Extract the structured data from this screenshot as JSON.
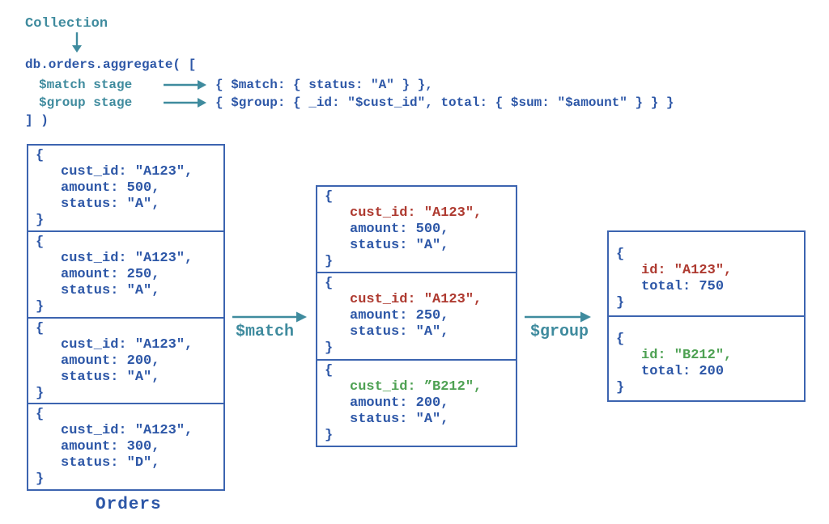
{
  "palette": {
    "blue": "#2d57a7",
    "teal": "#3f8b9e",
    "red": "#ae3a30",
    "green": "#4ea153"
  },
  "header": {
    "collection_label": "Collection",
    "aggregate_open": "db.orders.aggregate( [",
    "match_stage_label": "$match stage",
    "match_stage_code": "{ $match: { status: \"A\" } },",
    "group_stage_label": "$group stage",
    "group_stage_code": "{ $group: { _id: \"$cust_id\", total: { $sum: \"$amount\" } } }",
    "aggregate_close": "] )"
  },
  "orders_box": {
    "label": "Orders",
    "documents": [
      {
        "lines": [
          "{",
          "cust_id: \"A123\",",
          "amount: 500,",
          "status: \"A\",",
          "}"
        ],
        "colors": [
          "blue",
          "blue",
          "blue",
          "blue",
          "blue"
        ]
      },
      {
        "lines": [
          "{",
          "cust_id: \"A123\",",
          "amount: 250,",
          "status: \"A\",",
          "}"
        ],
        "colors": [
          "blue",
          "blue",
          "blue",
          "blue",
          "blue"
        ]
      },
      {
        "lines": [
          "{",
          "cust_id: \"A123\",",
          "amount: 200,",
          "status: \"A\",",
          "}"
        ],
        "colors": [
          "blue",
          "blue",
          "blue",
          "blue",
          "blue"
        ]
      },
      {
        "lines": [
          "{",
          "cust_id: \"A123\",",
          "amount: 300,",
          "status: \"D\",",
          "}"
        ],
        "colors": [
          "blue",
          "blue",
          "blue",
          "blue",
          "blue"
        ]
      }
    ]
  },
  "match_box": {
    "documents": [
      {
        "lines": [
          "{",
          "cust_id: \"A123\",",
          "amount: 500,",
          "status: \"A\",",
          "}"
        ],
        "colors": [
          "blue",
          "red",
          "blue",
          "blue",
          "blue"
        ]
      },
      {
        "lines": [
          "{",
          "cust_id: \"A123\",",
          "amount: 250,",
          "status: \"A\",",
          "}"
        ],
        "colors": [
          "blue",
          "red",
          "blue",
          "blue",
          "blue"
        ]
      },
      {
        "lines": [
          "{",
          "cust_id: ”B212\",",
          "amount: 200,",
          "status: \"A\",",
          "}"
        ],
        "colors": [
          "blue",
          "green",
          "blue",
          "blue",
          "blue"
        ]
      }
    ]
  },
  "group_box": {
    "documents": [
      {
        "lines": [
          "{",
          "id: \"A123\",",
          "total: 750",
          "}"
        ],
        "colors": [
          "blue",
          "red",
          "blue",
          "blue"
        ]
      },
      {
        "lines": [
          "{",
          "id: \"B212\",",
          "total: 200",
          "}"
        ],
        "colors": [
          "blue",
          "green",
          "blue",
          "blue"
        ]
      }
    ]
  },
  "pipeline_arrows": {
    "match_label": "$match",
    "group_label": "$group"
  }
}
